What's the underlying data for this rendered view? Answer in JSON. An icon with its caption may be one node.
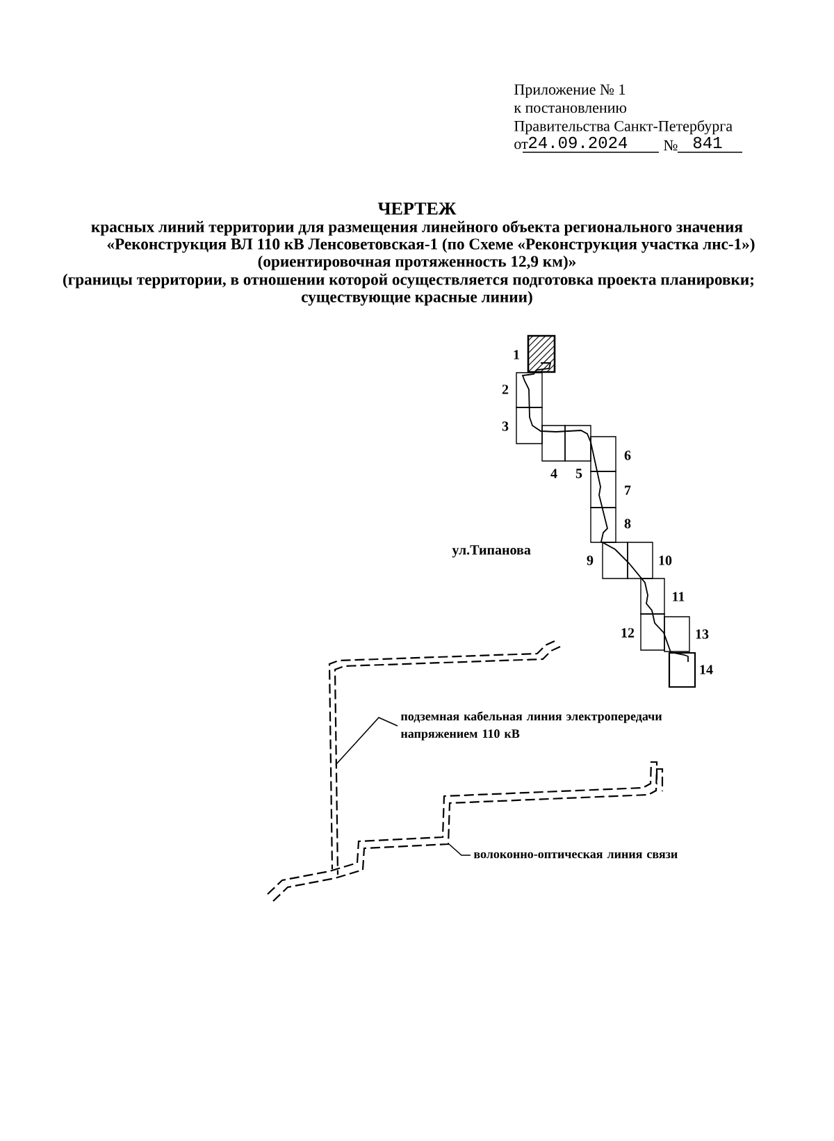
{
  "diagram": {
    "title": "ЧЕРТЕЖ",
    "nodes": [
      {
        "text": [],
        "shape": "box",
        "beside": [
          "1"
        ]
      },
      {
        "text": [],
        "shape": "box",
        "beside": [
          "2"
        ]
      },
      {
        "text": [],
        "shape": "box",
        "beside": [
          "3"
        ]
      },
      {
        "text": [],
        "shape": "box",
        "beside": [
          "4"
        ]
      },
      {
        "text": [],
        "shape": "box",
        "beside": [
          "5"
        ]
      },
      {
        "text": [],
        "shape": "box",
        "beside": [
          "6"
        ]
      },
      {
        "text": [],
        "shape": "box",
        "beside": [
          "7"
        ]
      },
      {
        "text": [],
        "shape": "box",
        "beside": [
          "8"
        ]
      },
      {
        "text": [],
        "shape": "box",
        "beside": [
          "9"
        ]
      },
      {
        "text": [],
        "shape": "box",
        "beside": [
          "10"
        ]
      },
      {
        "text": [],
        "shape": "box",
        "beside": [
          "11"
        ]
      },
      {
        "text": [],
        "shape": "box",
        "beside": [
          "12"
        ]
      },
      {
        "text": [],
        "shape": "box",
        "beside": [
          "13"
        ]
      },
      {
        "text": [],
        "shape": "box",
        "beside": [
          "14"
        ]
      },
      {
        "text": [
          "подземная кабельная линия электропередачи напряжением 110 кВ"
        ]
      },
      {
        "text": [
          "волоконно-оптическая линия связи"
        ]
      }
    ],
    "edges": [
      {
        "from": 14,
        "to": null,
        "arrow": "none"
      },
      {
        "from": 15,
        "to": null,
        "arrow": "none"
      }
    ],
    "labels": [
      "Приложение № 1",
      "к постановлению",
      "Правительства Санкт-Петербурга",
      "от",
      "24.09.2024",
      "№",
      "841",
      "красных линий территории для размещения линейного объекта регионального значения",
      "«Реконструкция ВЛ 110 кВ Ленсоветовская-1 (по Схеме «Реконструкция участка лнс-1»)",
      "(ориентировочная протяженность 12,9 км)»",
      "(границы территории, в отношении которой осуществляется подготовка проекта планировки;",
      "существующие красные линии)",
      "ул.Типанова"
    ]
  }
}
